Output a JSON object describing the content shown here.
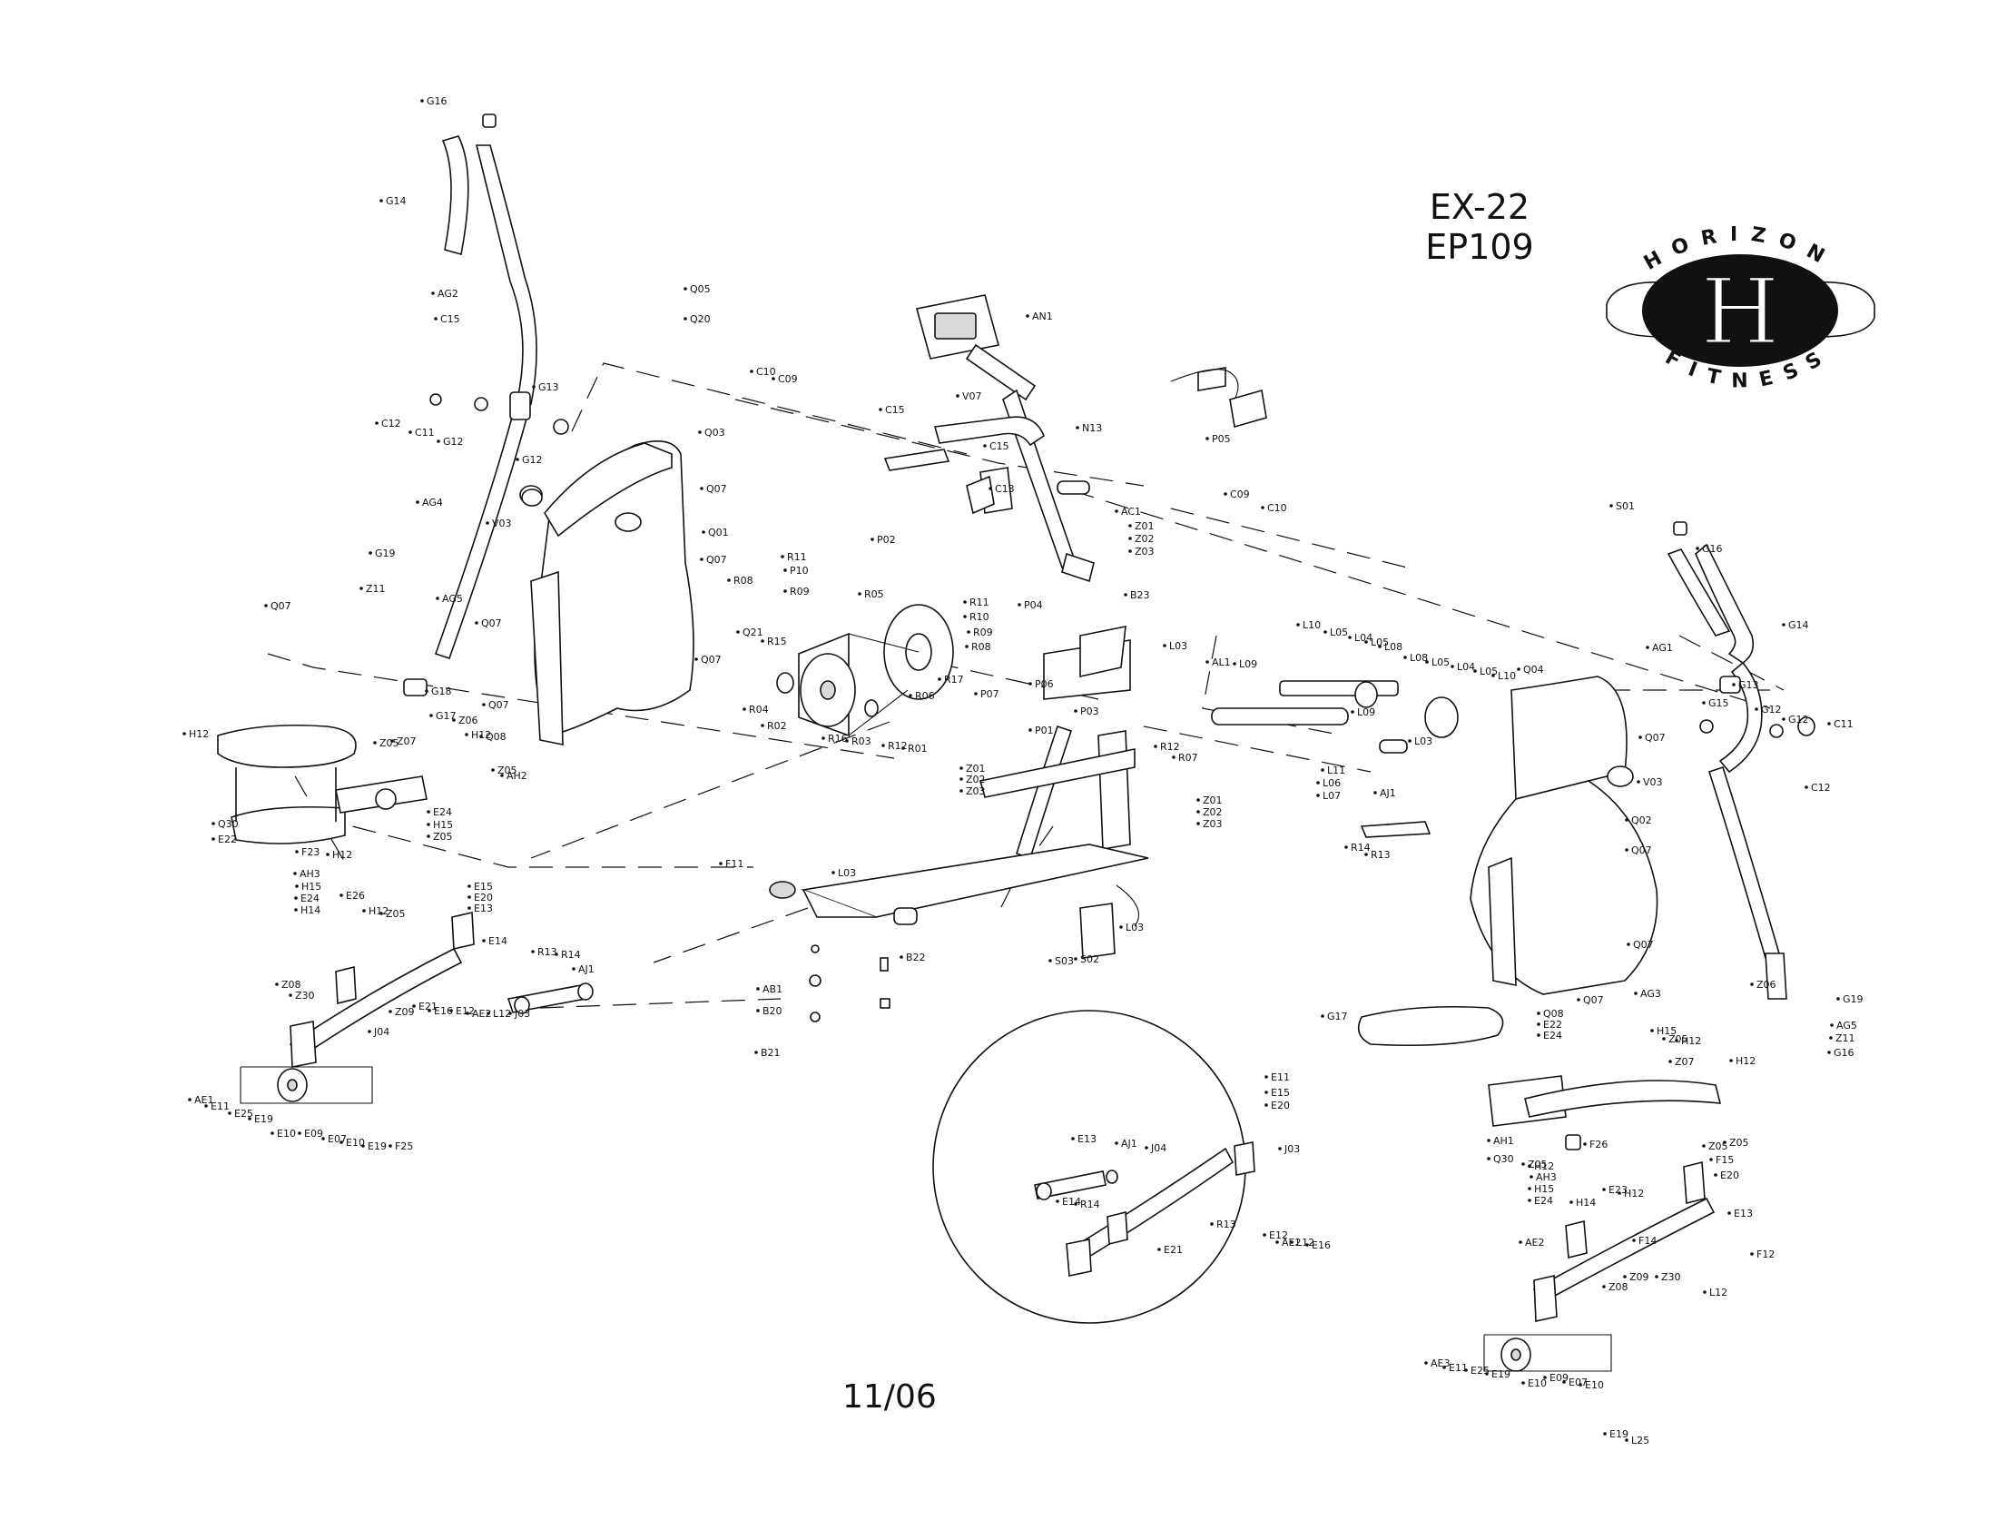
{
  "document": {
    "model": "EX-22",
    "part_number": "EP109",
    "date": "11/06"
  },
  "logo": {
    "top_text": "HORIZON",
    "bottom_text": "FITNESS",
    "letter": "H"
  },
  "callouts": [
    "G16",
    "G14",
    "AG2",
    "C15",
    "G13",
    "C12",
    "C11",
    "G12",
    "G12",
    "AG4",
    "V03",
    "Q05",
    "Q20",
    "Q03",
    "Q07",
    "Q01",
    "Q07",
    "Q07",
    "Q07",
    "Q07",
    "C10",
    "C09",
    "AN1",
    "V07",
    "C15",
    "C15",
    "N13",
    "P05",
    "C13",
    "AC1",
    "P02",
    "Z01",
    "Z02",
    "Z03",
    "C09",
    "C10",
    "R11",
    "P10",
    "R09",
    "R08",
    "Q21",
    "R15",
    "R05",
    "R11",
    "R10",
    "R09",
    "R08",
    "R17",
    "R04",
    "R02",
    "R16",
    "R03",
    "R12",
    "R06",
    "R01",
    "P04",
    "B23",
    "P06",
    "P03",
    "P07",
    "P01",
    "R12",
    "R07",
    "Z01",
    "Z02",
    "Z03",
    "Z01",
    "Z02",
    "Z03",
    "L03",
    "AL1",
    "L09",
    "L10",
    "L05",
    "L04",
    "L05",
    "L08",
    "L08",
    "L05",
    "L04",
    "L05",
    "L10",
    "L09",
    "L03",
    "L11",
    "L06",
    "L07",
    "AJ1",
    "R14",
    "R13",
    "Q04",
    "V03",
    "Q07",
    "Q02",
    "Q07",
    "Q07",
    "Q07",
    "Q07",
    "G19",
    "Z11",
    "AG5",
    "G18",
    "G17",
    "Z06",
    "Q08",
    "Z05",
    "H12",
    "Z07",
    "H12",
    "Z05",
    "AH2",
    "Q30",
    "E22",
    "E24",
    "H15",
    "Z05",
    "F23",
    "H12",
    "AH3",
    "H15",
    "E24",
    "H14",
    "E26",
    "H12",
    "Z05",
    "E15",
    "E20",
    "E13",
    "E14",
    "R13",
    "R14",
    "AJ1",
    "Z08",
    "Z30",
    "Z09",
    "E21",
    "E16",
    "E12",
    "AE2",
    "L12",
    "J03",
    "J04",
    "AE1",
    "E11",
    "E25",
    "E19",
    "E10",
    "E09",
    "E07",
    "E10",
    "E19",
    "F25",
    "F11",
    "L03",
    "AB1",
    "B20",
    "B21",
    "B22",
    "L03",
    "S02",
    "S03",
    "S01",
    "G16",
    "G14",
    "AG1",
    "G13",
    "G15",
    "G12",
    "G12",
    "C11",
    "C12",
    "AG3",
    "Z06",
    "G19",
    "AG5",
    "Z11",
    "G16",
    "G17",
    "Q08",
    "E22",
    "E24",
    "H15",
    "Z05",
    "H12",
    "Z07",
    "H12",
    "Z05",
    "AH1",
    "Q30",
    "Z05",
    "H12",
    "AH3",
    "H15",
    "E24",
    "H14",
    "F26",
    "E23",
    "H12",
    "Z05",
    "F15",
    "E20",
    "E13",
    "F14",
    "F12",
    "L12",
    "AE2",
    "Z09",
    "Z30",
    "Z08",
    "AE3",
    "E11",
    "E25",
    "E19",
    "E10",
    "E09",
    "E07",
    "E10",
    "E19",
    "L25",
    "E11",
    "E15",
    "E20",
    "E13",
    "AJ1",
    "J04",
    "J03",
    "E14",
    "R14",
    "R13",
    "E12",
    "AE2",
    "L12",
    "E16",
    "E21",
    "AE1"
  ]
}
